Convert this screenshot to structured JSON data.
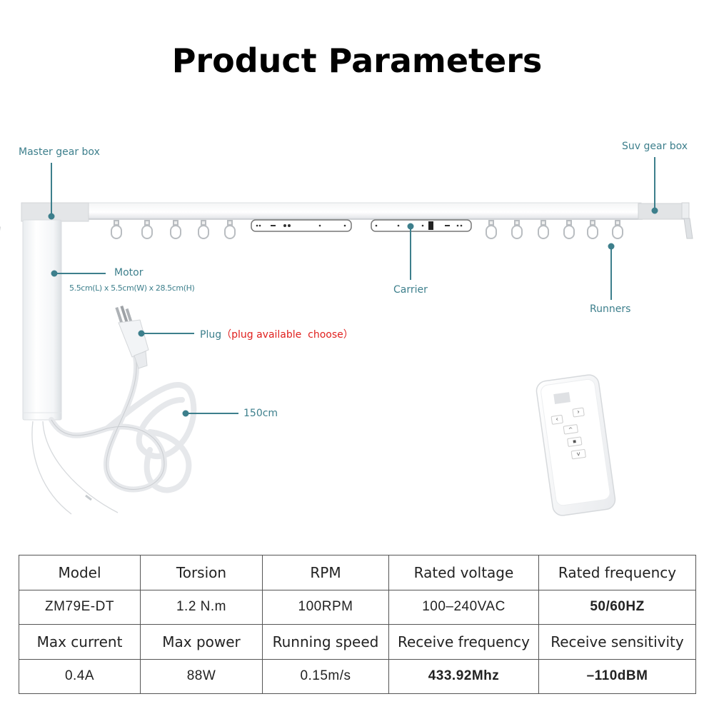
{
  "title": "Product Parameters",
  "colors": {
    "label_teal": "#3d7f8c",
    "note_red": "#e0201e",
    "table_border": "#555555",
    "text_dark": "#222222"
  },
  "callouts": {
    "master_gear_box": "Master gear box",
    "suv_gear_box": "Suv gear box",
    "motor": "Motor",
    "motor_dimensions": "5.5cm(L) x 5.5cm(W) x 28.5cm(H)",
    "carrier": "Carrier",
    "runners": "Runners",
    "plug": "Plug",
    "plug_open_paren": "（",
    "plug_note": "plug available  choose",
    "plug_close_paren": "）",
    "cable_length": "150cm"
  },
  "remote": {
    "buttons": [
      "left",
      "right",
      "up",
      "stop",
      "down"
    ],
    "glyphs": {
      "left": "‹",
      "right": "›",
      "up": "^",
      "stop": "■",
      "down": "v"
    }
  },
  "spec_table": {
    "rows": [
      [
        "Model",
        "Torsion",
        "RPM",
        "Rated voltage",
        "Rated frequency"
      ],
      [
        "ZM79E-DT",
        "1.2 N.m",
        "100RPM",
        "100–240VAC",
        "50/60HZ"
      ],
      [
        "Max current",
        "Max power",
        "Running speed",
        "Receive frequency",
        "Receive sensitivity"
      ],
      [
        "0.4A",
        "88W",
        "0.15m/s",
        "433.92Mhz",
        "–110dBM"
      ]
    ]
  }
}
